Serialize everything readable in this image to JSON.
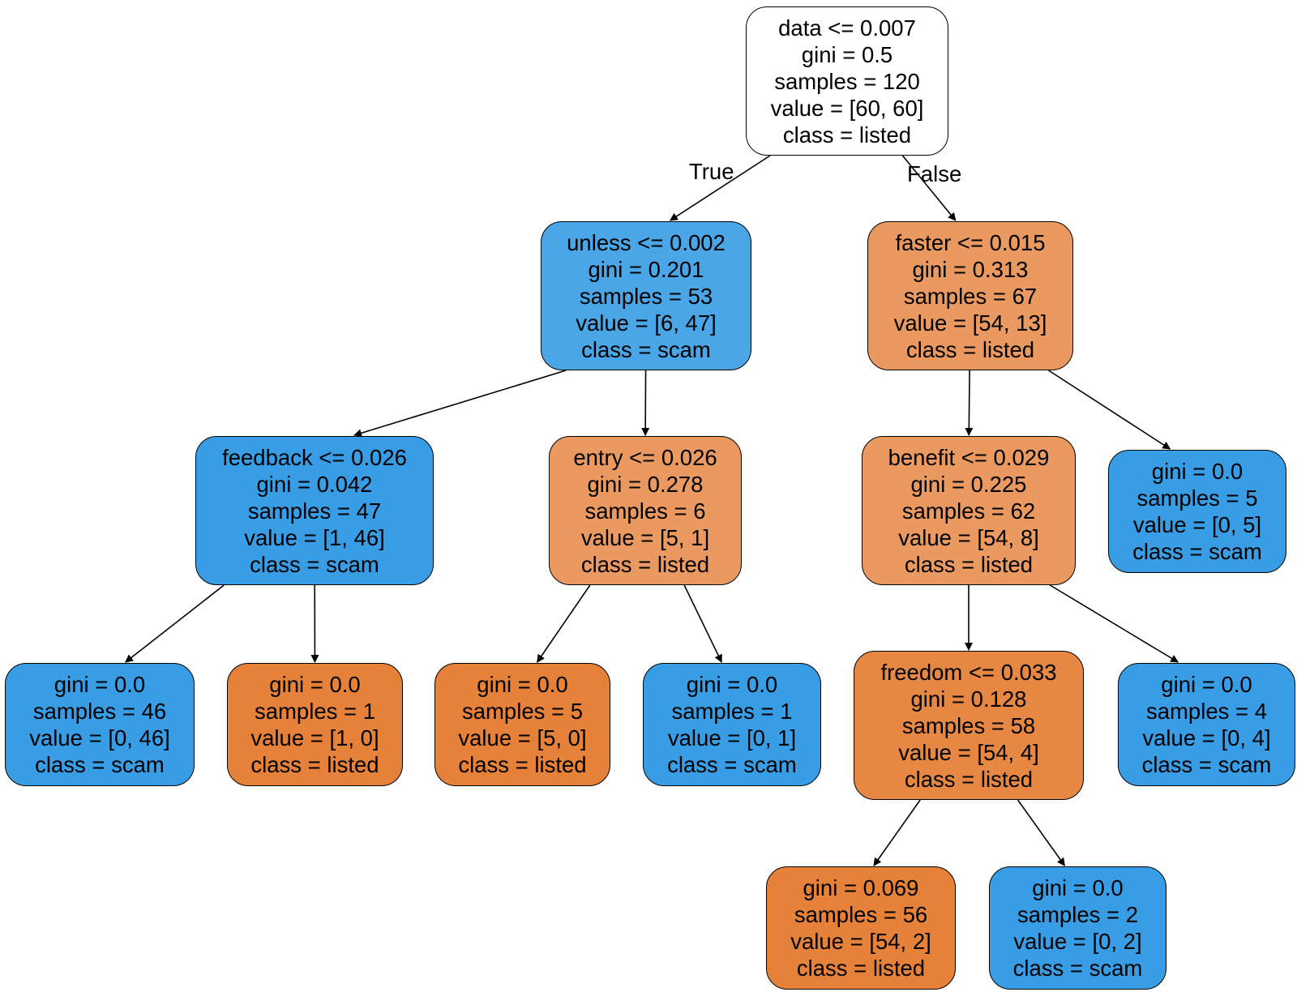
{
  "colors": {
    "white": "#ffffff",
    "blue_strong": "#399de5",
    "blue_medium": "#4aa6e7",
    "orange_strong": "#e58139",
    "orange_light": "#ea9a61",
    "orange_medium": "#e68843"
  },
  "nodes": [
    {
      "id": "n0",
      "color": "#ffffff",
      "lines": [
        "data <= 0.007",
        "gini = 0.5",
        "samples = 120",
        "value = [60, 60]",
        "class = listed"
      ]
    },
    {
      "id": "n1",
      "color": "#4aa6e7",
      "lines": [
        "unless <= 0.002",
        "gini = 0.201",
        "samples = 53",
        "value = [6, 47]",
        "class = scam"
      ]
    },
    {
      "id": "n2",
      "color": "#ea9a61",
      "lines": [
        "faster <= 0.015",
        "gini = 0.313",
        "samples = 67",
        "value = [54, 13]",
        "class = listed"
      ]
    },
    {
      "id": "n3",
      "color": "#399de5",
      "lines": [
        "feedback <= 0.026",
        "gini = 0.042",
        "samples = 47",
        "value = [1, 46]",
        "class = scam"
      ]
    },
    {
      "id": "n4",
      "color": "#ea9a61",
      "lines": [
        "entry <= 0.026",
        "gini = 0.278",
        "samples = 6",
        "value = [5, 1]",
        "class = listed"
      ]
    },
    {
      "id": "n5",
      "color": "#ea9a61",
      "lines": [
        "benefit <= 0.029",
        "gini = 0.225",
        "samples = 62",
        "value = [54, 8]",
        "class = listed"
      ]
    },
    {
      "id": "n6",
      "color": "#399de5",
      "lines": [
        "gini = 0.0",
        "samples = 5",
        "value = [0, 5]",
        "class = scam"
      ]
    },
    {
      "id": "n7",
      "color": "#399de5",
      "lines": [
        "gini = 0.0",
        "samples = 46",
        "value = [0, 46]",
        "class = scam"
      ]
    },
    {
      "id": "n8",
      "color": "#e58139",
      "lines": [
        "gini = 0.0",
        "samples = 1",
        "value = [1, 0]",
        "class = listed"
      ]
    },
    {
      "id": "n9",
      "color": "#e58139",
      "lines": [
        "gini = 0.0",
        "samples = 5",
        "value = [5, 0]",
        "class = listed"
      ]
    },
    {
      "id": "n10",
      "color": "#399de5",
      "lines": [
        "gini = 0.0",
        "samples = 1",
        "value = [0, 1]",
        "class = scam"
      ]
    },
    {
      "id": "n11",
      "color": "#e68843",
      "lines": [
        "freedom <= 0.033",
        "gini = 0.128",
        "samples = 58",
        "value = [54, 4]",
        "class = listed"
      ]
    },
    {
      "id": "n12",
      "color": "#399de5",
      "lines": [
        "gini = 0.0",
        "samples = 4",
        "value = [0, 4]",
        "class = scam"
      ]
    },
    {
      "id": "n13",
      "color": "#e58139",
      "lines": [
        "gini = 0.069",
        "samples = 56",
        "value = [54, 2]",
        "class = listed"
      ]
    },
    {
      "id": "n14",
      "color": "#399de5",
      "lines": [
        "gini = 0.0",
        "samples = 2",
        "value = [0, 2]",
        "class = scam"
      ]
    }
  ],
  "edges": [
    {
      "from": "n0",
      "to": "n1",
      "label": "True"
    },
    {
      "from": "n0",
      "to": "n2",
      "label": "False"
    },
    {
      "from": "n1",
      "to": "n3"
    },
    {
      "from": "n1",
      "to": "n4"
    },
    {
      "from": "n2",
      "to": "n5"
    },
    {
      "from": "n2",
      "to": "n6"
    },
    {
      "from": "n3",
      "to": "n7"
    },
    {
      "from": "n3",
      "to": "n8"
    },
    {
      "from": "n4",
      "to": "n9"
    },
    {
      "from": "n4",
      "to": "n10"
    },
    {
      "from": "n5",
      "to": "n11"
    },
    {
      "from": "n5",
      "to": "n12"
    },
    {
      "from": "n11",
      "to": "n13"
    },
    {
      "from": "n11",
      "to": "n14"
    }
  ]
}
